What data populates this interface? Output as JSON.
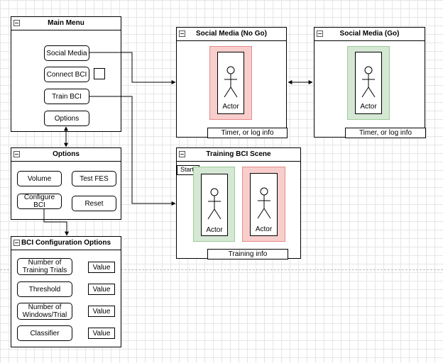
{
  "main_menu": {
    "title": "Main Menu",
    "social_media": "Social Media",
    "connect_bci": "Connect BCI",
    "train_bci": "Train BCI",
    "options": "Options"
  },
  "options_panel": {
    "title": "Options",
    "volume": "Volume",
    "test_fes": "Test FES",
    "configure_bci": "Configure BCI",
    "reset": "Reset"
  },
  "bci_config": {
    "title": "BCI Configuration Options",
    "rows": [
      {
        "label": "Number of Training Trials",
        "value": "Value"
      },
      {
        "label": "Threshold",
        "value": "Value"
      },
      {
        "label": "Number of Windows/Trial",
        "value": "Value"
      },
      {
        "label": "Classifier",
        "value": "Value"
      }
    ]
  },
  "social_nogo": {
    "title": "Social Media (No Go)",
    "actor": "Actor",
    "info": "Timer, or log info"
  },
  "social_go": {
    "title": "Social Media (Go)",
    "actor": "Actor",
    "info": "Timer, or log info"
  },
  "training": {
    "title": "Training BCI Scene",
    "start": "Start",
    "actor_green": "Actor",
    "actor_red": "Actor",
    "info": "Training info"
  },
  "colors": {
    "red_panel": "#f8cecc",
    "green_panel": "#d5e8d4",
    "grid": "#e6e6e6"
  }
}
